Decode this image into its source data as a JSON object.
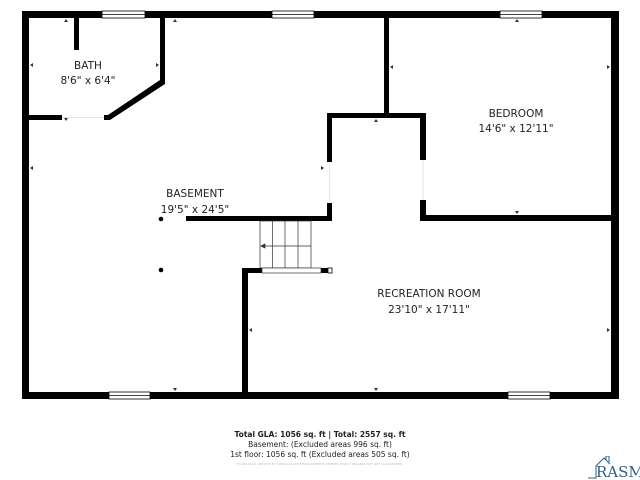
{
  "rooms": {
    "bath": {
      "name": "BATH",
      "size": "8'6\" x 6'4\""
    },
    "basement": {
      "name": "BASEMENT",
      "size": "19'5\" x 24'5\""
    },
    "bedroom": {
      "name": "BEDROOM",
      "size": "14'6\" x 12'11\""
    },
    "recreation": {
      "name": "RECREATION ROOM",
      "size": "23'10\" x 17'11\""
    }
  },
  "footer": {
    "totals": "Total GLA: 1056 sq. ft | Total: 2557 sq. ft",
    "basement": "Basement: (Excluded areas 996 sq. ft)",
    "first_floor": "1st floor: 1056 sq. ft (Excluded areas 505 sq. ft)",
    "disclaimer": "FLOOR PLAN CREATED BY CUBICASA APP. MEASUREMENTS DEEMED HIGHLY RELIABLE BUT NOT GUARANTEED."
  },
  "logo": {
    "text": "RASM",
    "color": "#2f5d87"
  },
  "colors": {
    "wall": "#000000",
    "background": "#ffffff"
  }
}
